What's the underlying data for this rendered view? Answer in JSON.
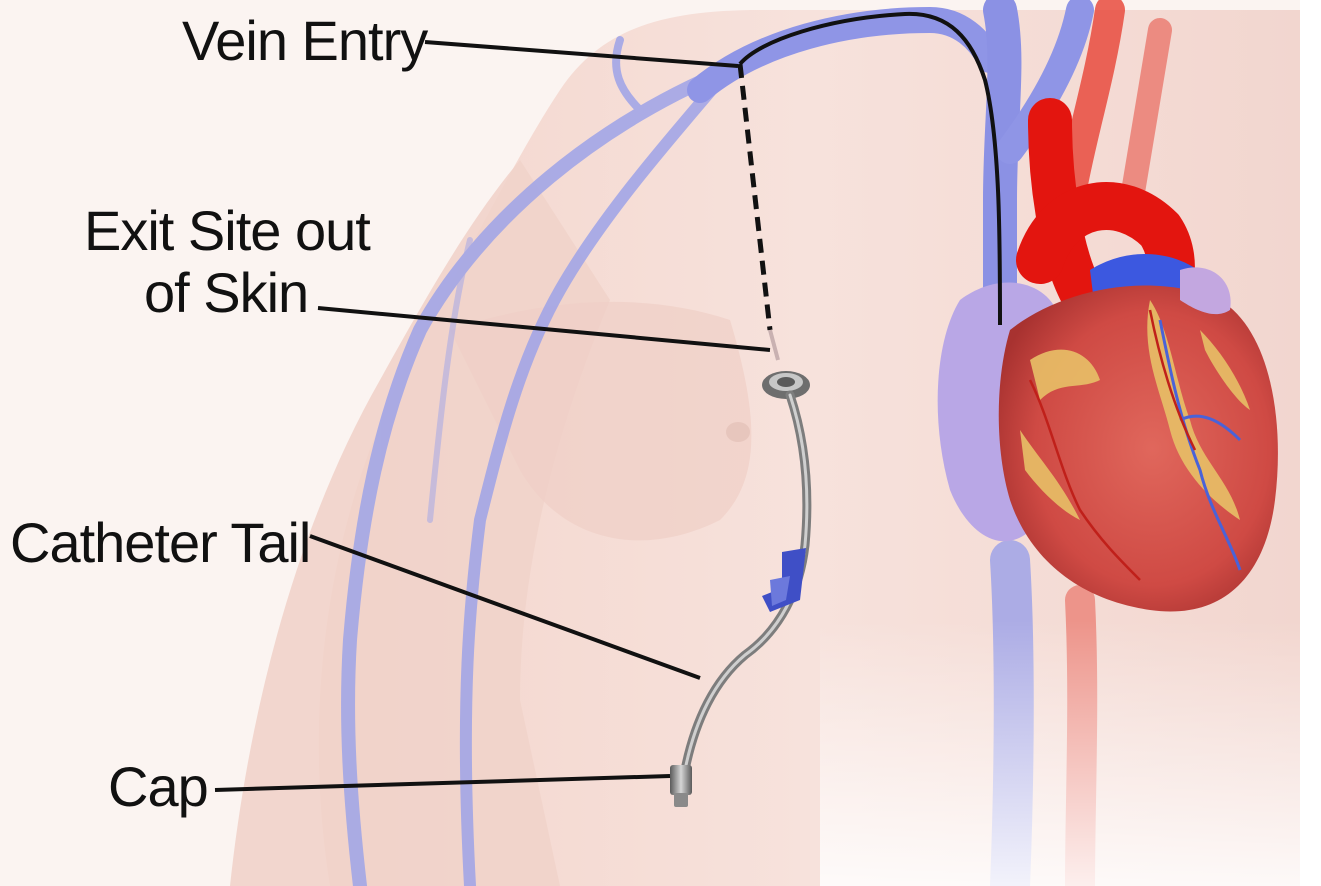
{
  "labels": {
    "vein_entry": "Vein Entry",
    "exit_site_line1": "Exit Site out",
    "exit_site_line2": "of Skin",
    "catheter_tail": "Catheter Tail",
    "cap": "Cap"
  },
  "colors": {
    "skin": "#f6dfd8",
    "skin_shadow": "#ead0c7",
    "vein": "#8f95e6",
    "vein_dark": "#6d74db",
    "artery": "#e3150f",
    "heart": "#d9514a",
    "heart_fat": "#e8c067",
    "atrium": "#b9a7e6",
    "catheter": "#7d7d7d",
    "clamp": "#3f4fc6",
    "leader_line": "#111111"
  },
  "icons": {
    "heart": "anatomical-heart-icon",
    "catheter": "tunneled-catheter-icon",
    "clamp": "catheter-clamp-icon",
    "cap": "catheter-cap-icon"
  }
}
